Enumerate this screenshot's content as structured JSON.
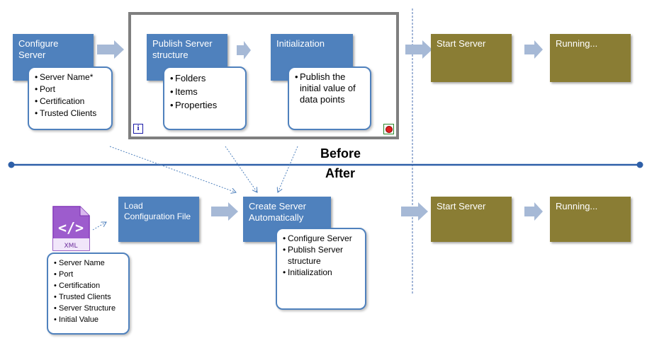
{
  "before": {
    "configure_server": {
      "title": "Configure Server",
      "items": [
        "Server Name*",
        "Port",
        "Certification",
        "Trusted Clients"
      ]
    },
    "publish_structure": {
      "title": "Publish Server structure",
      "items": [
        "Folders",
        "Items",
        "Properties"
      ]
    },
    "initialization": {
      "title": "Initialization",
      "items": [
        "Publish the initial value of data points"
      ]
    },
    "start_server": "Start Server",
    "running": "Running..."
  },
  "divider": {
    "before_label": "Before",
    "after_label": "After"
  },
  "after": {
    "xml_icon_text": "XML",
    "config_items": [
      "Server Name",
      "Port",
      "Certification",
      "Trusted Clients",
      "Server Structure",
      "Initial Value"
    ],
    "load_config": "Load Configuration File",
    "create_server": {
      "title": "Create Server Automatically",
      "items": [
        "Configure Server",
        "Publish Server structure",
        "Initialization"
      ]
    },
    "start_server": "Start Server",
    "running": "Running..."
  },
  "colors": {
    "process_blue": "#4f81bd",
    "server_olive": "#8a7d34",
    "arrow_fill": "#a6b9d6",
    "divider_blue": "#2e5fa8",
    "frame_gray": "#7f7f7f",
    "xml_purple": "#7a2fb0"
  },
  "icons": {
    "info": "info-icon",
    "stop": "stop-icon",
    "xml_file": "xml-file-icon"
  }
}
